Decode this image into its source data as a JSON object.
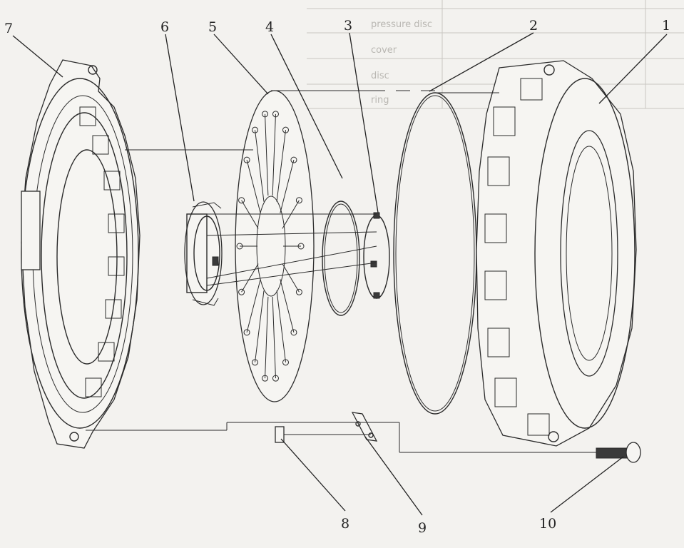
{
  "figure": {
    "labels": [
      "1",
      "2",
      "3",
      "4",
      "5",
      "6",
      "7",
      "8",
      "9",
      "10"
    ]
  },
  "background_table": {
    "rows": [
      "pressure disc",
      "cover",
      "disc",
      "ring"
    ]
  }
}
